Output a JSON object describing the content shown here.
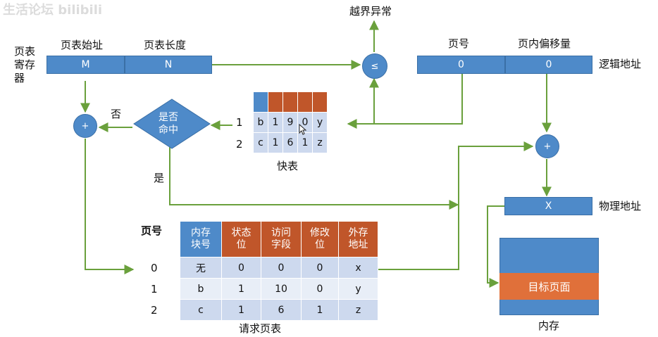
{
  "watermark": "生活论坛 bilibili",
  "page_table_register": {
    "label": "页表\n寄存\n器",
    "start_header": "页表始址",
    "length_header": "页表长度",
    "start_value": "M",
    "length_value": "N"
  },
  "compare_symbol": "≤",
  "overflow_label": "越界异常",
  "logical_address": {
    "page_no_header": "页号",
    "offset_header": "页内偏移量",
    "page_no_value": "0",
    "offset_value": "0",
    "label": "逻辑地址"
  },
  "adders": {
    "left": "+",
    "right": "+"
  },
  "decision": {
    "text": "是否\n命中",
    "no_label": "否",
    "yes_label": "是"
  },
  "tlb": {
    "caption": "快表",
    "rows": [
      {
        "index": "1",
        "cells": [
          "b",
          "1",
          "9",
          "0",
          "y"
        ]
      },
      {
        "index": "2",
        "cells": [
          "c",
          "1",
          "6",
          "1",
          "z"
        ]
      }
    ]
  },
  "request_page_table": {
    "caption": "请求页表",
    "page_label": "页号",
    "headers": [
      "内存\n块号",
      "状态\n位",
      "访问\n字段",
      "修改\n位",
      "外存\n地址"
    ],
    "rows": [
      {
        "index": "0",
        "cells": [
          "无",
          "0",
          "0",
          "0",
          "x"
        ]
      },
      {
        "index": "1",
        "cells": [
          "b",
          "1",
          "10",
          "0",
          "y"
        ]
      },
      {
        "index": "2",
        "cells": [
          "c",
          "1",
          "6",
          "1",
          "z"
        ]
      }
    ]
  },
  "physical_address": {
    "value": "X",
    "label": "物理地址"
  },
  "memory": {
    "target_label": "目标页面",
    "caption": "内存"
  },
  "colors": {
    "blue": "#4e8ac9",
    "orange": "#c0562a",
    "green": "#6aa03c",
    "light_blue": "#cdd9ee"
  }
}
